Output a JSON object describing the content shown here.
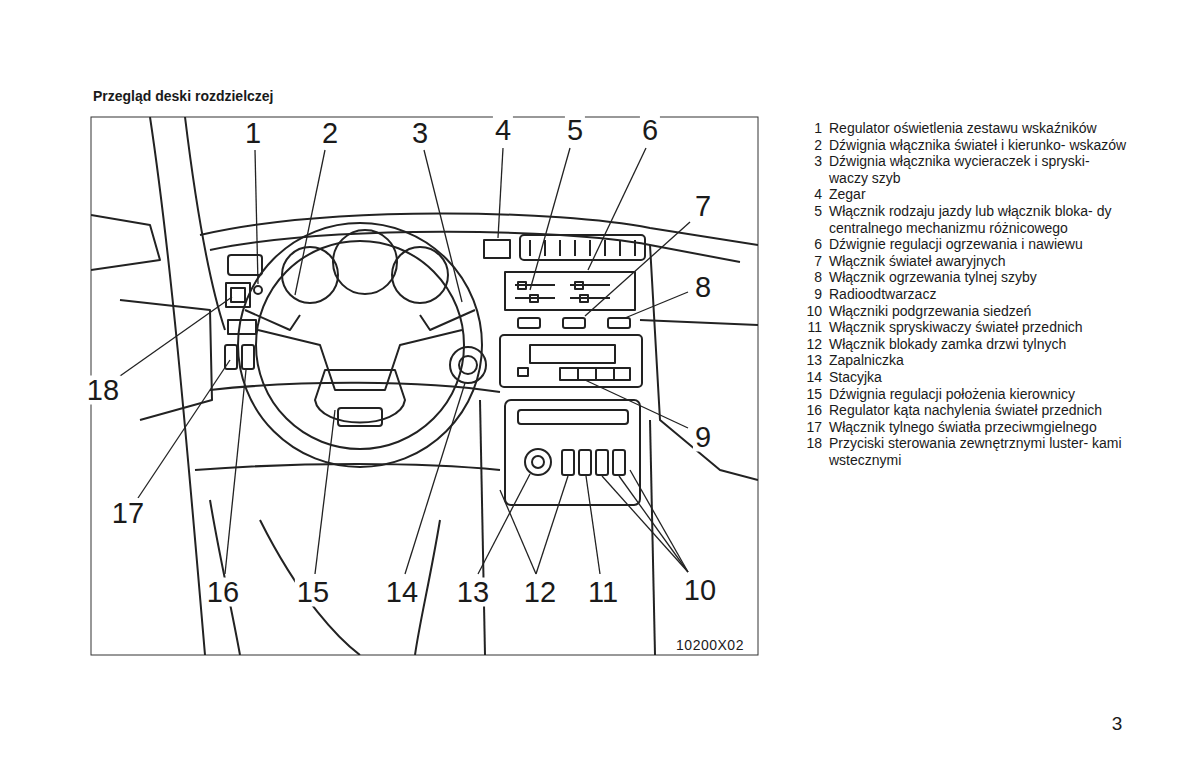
{
  "diagram": {
    "title": "Przegląd deski rozdzielczej",
    "labels": [
      "1",
      "2",
      "3",
      "4",
      "5",
      "6",
      "7",
      "8",
      "9",
      "18",
      "17",
      "16",
      "15",
      "14",
      "13",
      "12",
      "11",
      "10",
      "10200X02",
      "1",
      "Regulator oświetlenia zestawu wskaźników",
      "2",
      "Dźwignia włącznika świateł i kierunko- wskazów",
      "3",
      "Dźwignia włącznika wycieraczek i spryski- waczy szyb",
      "4",
      "Zegar",
      "5",
      "Włącznik rodzaju jazdy lub włącznik bloka- dy centralnego mechanizmu różnicowego",
      "6",
      "Dźwignie regulacji ogrzewania i nawiewu",
      "7",
      "Włącznik świateł awaryjnych",
      "8",
      "Włącznik ogrzewania tylnej szyby",
      "9",
      "Radioodtwarzacz",
      "10",
      "Włączniki podgrzewania siedzeń",
      "11",
      "Włącznik spryskiwaczy świateł przednich",
      "12",
      "Włącznik blokady zamka drzwi tylnych",
      "13",
      "Zapalniczka",
      "14",
      "Stacyjka",
      "15",
      "Dźwignia regulacji położenia kierownicy",
      "16",
      "Regulator kąta nachylenia świateł przednich",
      "17",
      "Włącznik tylnego światła przeciwmgielnego",
      "18",
      "Przyciski sterowania zewnętrznymi luster- kami wstecznymi",
      "3"
    ]
  }
}
